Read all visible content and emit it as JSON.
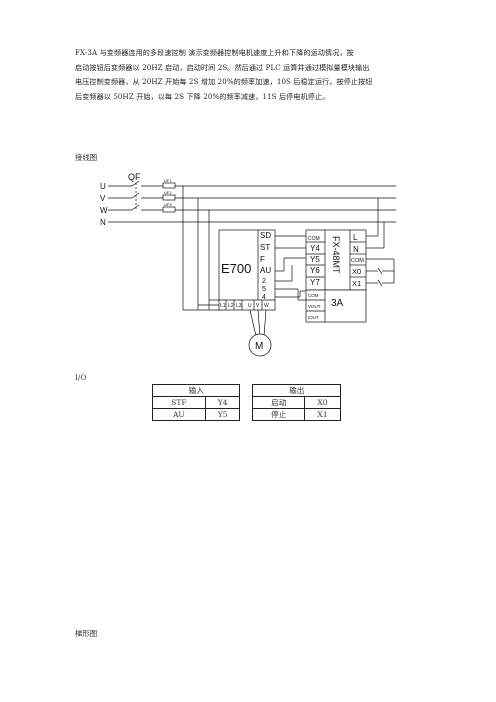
{
  "intro": {
    "lines": [
      "FX-3A 与变频器连用的多段速控制   演示变频器控制电机速度上升和下降的运动情况，按",
      "启动按钮后变频器以 20HZ 启动，启动时间 2S。然后通过 PLC 运算并通过模拟量模块输出",
      "电压控制变频器，从 20HZ 开始每 2S 增加 20%的频率加速，10S 后稳定运行。按停止按钮",
      "后变频器以 50HZ 开始，以每 2S 下降 20%的频率减速，11S 后停电机停止。"
    ]
  },
  "wiring_title": "接线图",
  "diagram": {
    "breaker": "QF",
    "phases": [
      "U",
      "V",
      "W",
      "N"
    ],
    "fuses": [
      "UF1",
      "UF2",
      "UF3"
    ],
    "inverter_name": "E700",
    "inverter_inputs": [
      "SD",
      "ST",
      "F",
      "AU",
      "2",
      "5",
      "4"
    ],
    "inverter_bottom": [
      "L1",
      "L2",
      "L3",
      "U",
      "V",
      "W"
    ],
    "plc_name": "FX-48MT",
    "plc_outputs": [
      "COM",
      "Y4",
      "Y5",
      "Y6",
      "Y7"
    ],
    "plc_power": [
      "L",
      "N",
      "COM",
      "X0",
      "X1"
    ],
    "module": "3A",
    "module_pins": [
      "COM",
      "VOUT",
      "IOUT"
    ],
    "motor": "M"
  },
  "io_title": "I/O",
  "io_table": {
    "input_header": "输入",
    "output_header": "输出",
    "rows": [
      {
        "in_name": "STF",
        "in_addr": "Y4",
        "out_name": "启动",
        "out_addr": "X0"
      },
      {
        "in_name": "AU",
        "in_addr": "Y5",
        "out_name": "停止",
        "out_addr": "X1"
      }
    ]
  },
  "ladder_title": "梯形图"
}
